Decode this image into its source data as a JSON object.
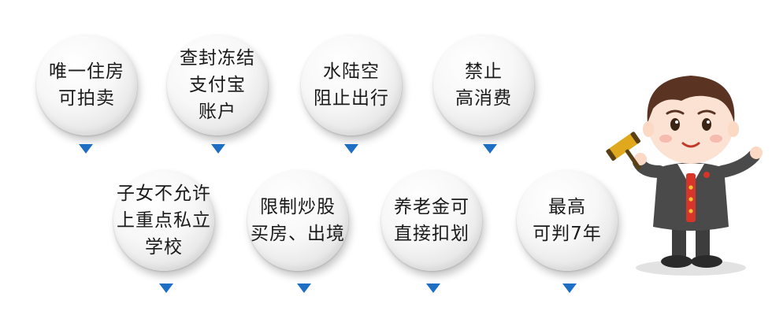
{
  "bubbles": [
    {
      "lines": [
        "唯一住房",
        "可拍卖"
      ]
    },
    {
      "lines": [
        "查封冻结",
        "支付宝",
        "账户"
      ]
    },
    {
      "lines": [
        "水陆空",
        "阻止出行"
      ]
    },
    {
      "lines": [
        "禁止",
        "高消费"
      ]
    },
    {
      "lines": [
        "子女不允许",
        "上重点私立",
        "学校"
      ]
    },
    {
      "lines": [
        "限制炒股",
        "买房、出境"
      ]
    },
    {
      "lines": [
        "养老金可",
        "直接扣划"
      ]
    },
    {
      "lines": [
        "最高",
        "可判7年"
      ]
    }
  ],
  "colors": {
    "arrow": "#1e6fc4",
    "robe": "#4a4a4a",
    "hair": "#5a3322",
    "badge": "#d8352a",
    "gavel": "#e0a81c"
  },
  "icons": {
    "arrow": "triangle-down-icon",
    "character": "judge-cartoon-icon",
    "gavel": "gavel-icon"
  }
}
